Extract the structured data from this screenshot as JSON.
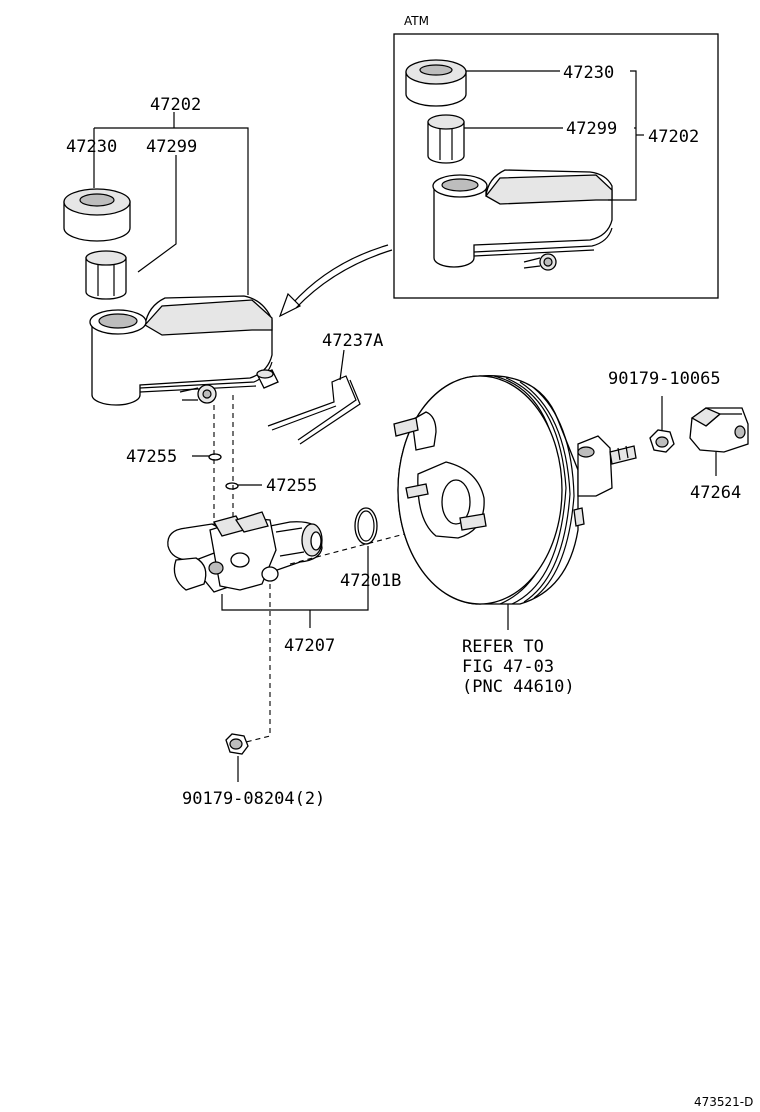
{
  "inset": {
    "title": "ATM"
  },
  "labels": {
    "inset_47230": "47230",
    "inset_47299": "47299",
    "inset_47202": "47202",
    "main_47202": "47202",
    "main_47230": "47230",
    "main_47299": "47299",
    "part_47237a": "47237A",
    "part_90179_10065": "90179-10065",
    "part_47264": "47264",
    "part_47255_a": "47255",
    "part_47255_b": "47255",
    "part_47201b": "47201B",
    "part_47207": "47207",
    "part_90179_08204": "90179-08204(2)",
    "refer_line1": "REFER TO",
    "refer_line2": "FIG 47-03",
    "refer_line3": "(PNC 44610)"
  },
  "figure_code": "473521-D"
}
